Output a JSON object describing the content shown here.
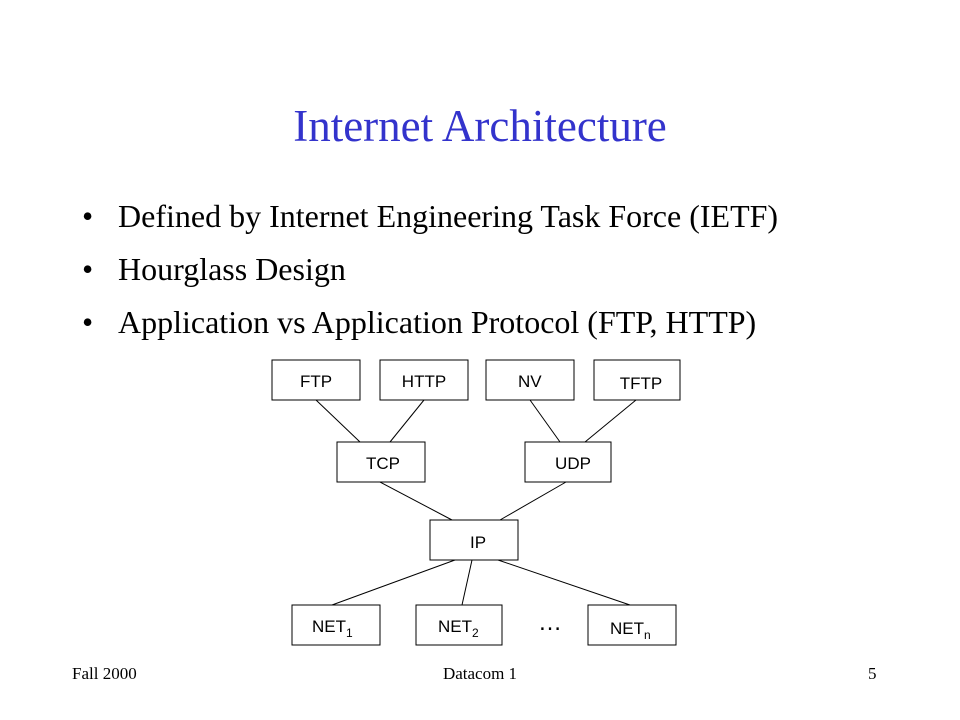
{
  "slide": {
    "title": "Internet Architecture",
    "bullets": [
      "Defined by Internet Engineering Task Force (IETF)",
      "Hourglass Design",
      "Application vs Application Protocol (FTP, HTTP)"
    ],
    "bullet_glyph": "•"
  },
  "diagram": {
    "apps": [
      "FTP",
      "HTTP",
      "NV",
      "TFTP"
    ],
    "transport": [
      "TCP",
      "UDP"
    ],
    "network": "IP",
    "nets": [
      {
        "base": "NET",
        "sub": "1"
      },
      {
        "base": "NET",
        "sub": "2"
      },
      {
        "base": "NET",
        "sub": "n"
      }
    ],
    "ellipsis": "…"
  },
  "footer": {
    "left": "Fall 2000",
    "center": "Datacom 1",
    "page": "5"
  },
  "colors": {
    "title": "#3333cc",
    "text": "#000000",
    "background": "#ffffff"
  }
}
